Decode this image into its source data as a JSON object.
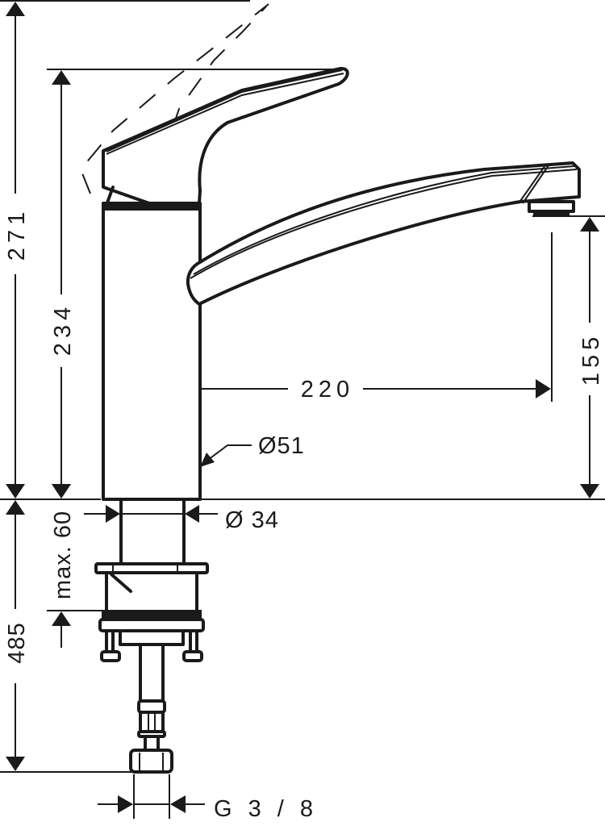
{
  "drawing": {
    "subject": "Single lever kitchen mixer tap - dimensioned side elevation",
    "units": "mm",
    "line_color": "#1a1a1a",
    "background": "#ffffff"
  },
  "dimensions": {
    "overall_height": {
      "label": "271",
      "orientation": "vertical"
    },
    "handle_height": {
      "label": "234",
      "orientation": "vertical"
    },
    "spout_clearance": {
      "label": "155",
      "orientation": "vertical"
    },
    "spout_reach": {
      "label": "220",
      "orientation": "horizontal"
    },
    "body_diameter": {
      "label": "Ø51",
      "orientation": "leader"
    },
    "shank_diameter": {
      "label": "Ø 34",
      "orientation": "horizontal"
    },
    "max_deck_thickness": {
      "label": "max. 60",
      "orientation": "vertical"
    },
    "hose_length": {
      "label": "485",
      "orientation": "vertical"
    },
    "connection_thread": {
      "label": "G 3 / 8",
      "orientation": "horizontal"
    }
  },
  "parts": {
    "handle": "lever-handle",
    "handle_swing": "lever-swing-dashed-outline",
    "body": "cylindrical-body",
    "spout": "swivel-spout",
    "aerator": "aerator",
    "shank": "threaded-shank",
    "mounting": "mounting-plate-and-nut",
    "hose": "flexible-connection-hose",
    "nut": "hose-union-nut"
  }
}
